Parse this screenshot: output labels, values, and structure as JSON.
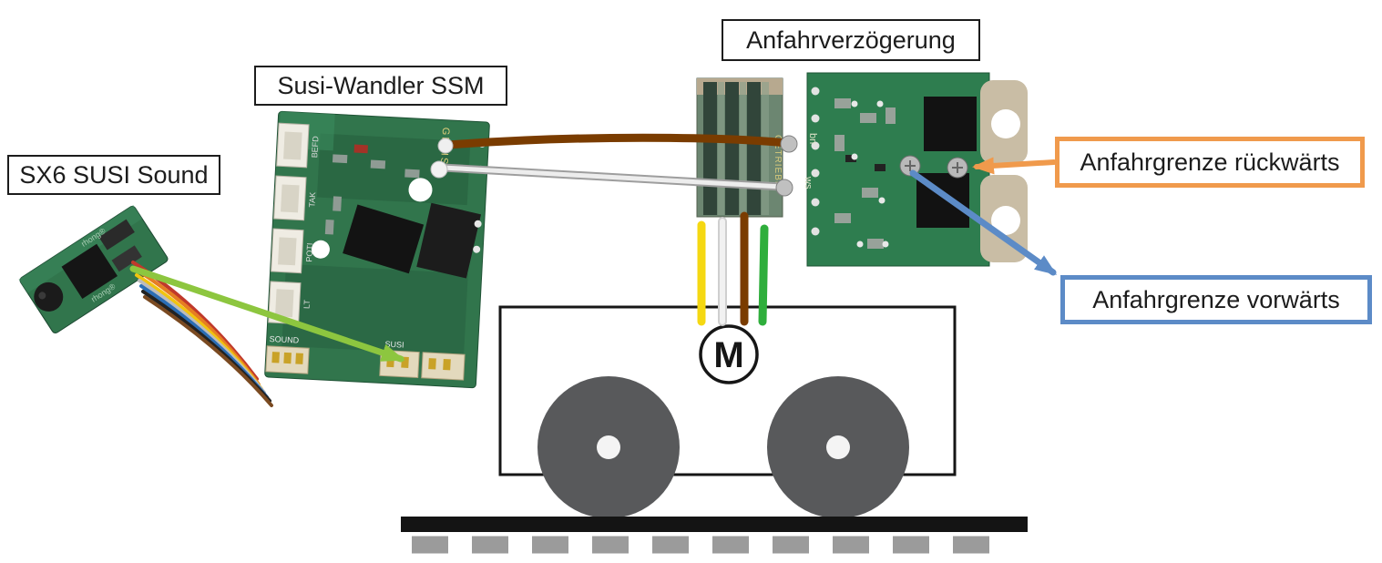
{
  "components": {
    "sx6_label": "SX6 SUSI Sound",
    "ssm_label": "Susi-Wandler SSM",
    "delay_label": "Anfahrverzögerung",
    "limit_reverse_label": "Anfahrgrenze rückwärts",
    "limit_forward_label": "Anfahrgrenze vorwärts"
  },
  "motor": {
    "label": "M"
  },
  "pcb_text": {
    "gleis": "GLEIS",
    "getriebe": "GETRIEBE",
    "bn": "bn",
    "ws": "ws",
    "sound": "SOUND",
    "susi": "SUSI",
    "pin_labels": [
      "BEFD",
      "TAK",
      "POTI",
      "LT"
    ],
    "chip_brand": "rhong®"
  },
  "colors": {
    "label_border": "#1c1c1c",
    "accent_orange": "#f09a4c",
    "accent_blue": "#5c8bc7",
    "arrow_green": "#8dc63f",
    "pcb_green": "#31754c",
    "pcb_green_dark": "#2e7d4f",
    "wire_brown": "#7a3c00",
    "wire_yellow": "#f5d812",
    "wire_white": "#ededed",
    "wire_green": "#2fae3c",
    "wire_gray": "#c9c9c9",
    "wheel_gray": "#58595b",
    "rail_black": "#141414",
    "tie_gray": "#9b9b9b"
  }
}
